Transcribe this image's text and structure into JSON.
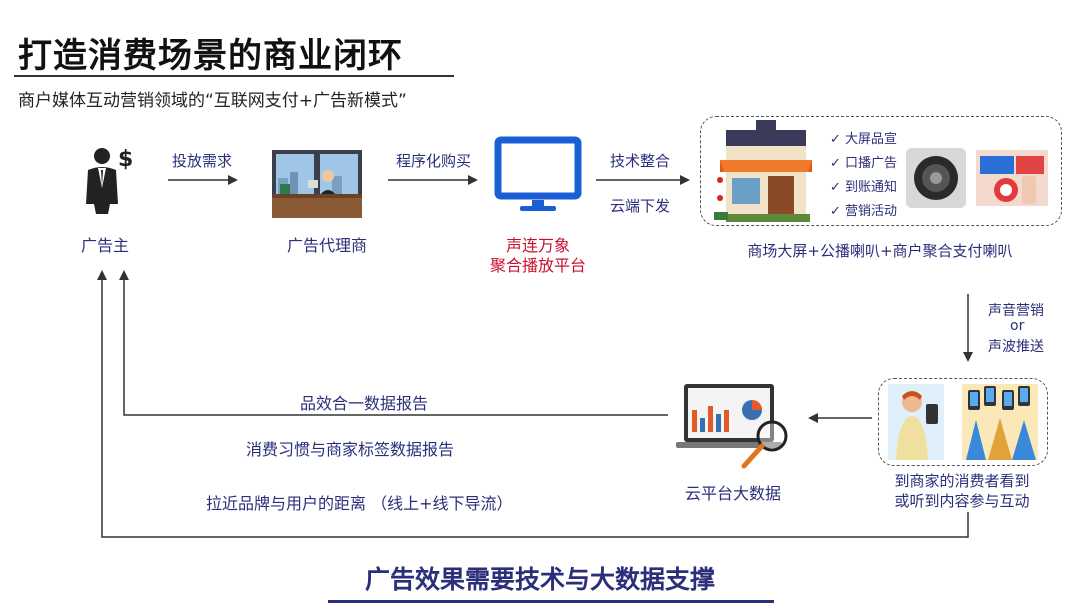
{
  "header": {
    "title": "打造消费场景的商业闭环",
    "subtitle": "商户媒体互动营销领域的“互联网支付+广告新模式”"
  },
  "nodes": {
    "advertiser": "广告主",
    "agency": "广告代理商",
    "platform_line1": "声连万象",
    "platform_line2": "聚合播放平台",
    "shop": "商场大屏+公播喇叭+商户聚合支付喇叭",
    "consumer_line1": "到商家的消费者看到",
    "consumer_line2": "或听到内容参与互动",
    "cloud": "云平台大数据"
  },
  "arrows": {
    "delivery_demand": "投放需求",
    "programmatic": "程序化购买",
    "tech_integration": "技术整合",
    "cloud_delivery": "云端下发",
    "sound_marketing": "声音营销",
    "or": "or",
    "sonic_push": "声波推送"
  },
  "checklist": [
    "大屏品宣",
    "口播广告",
    "到账通知",
    "营销活动"
  ],
  "reports": [
    "品效合一数据报告",
    "消费习惯与商家标签数据报告",
    "拉近品牌与用户的距离  （线上+线下导流）"
  ],
  "footer": {
    "tagline": "广告效果需要技术与大数据支撑"
  },
  "colors": {
    "accent": "#2b2f7a",
    "highlight": "#c8102e",
    "monitor_blue": "#1a5fd6"
  }
}
